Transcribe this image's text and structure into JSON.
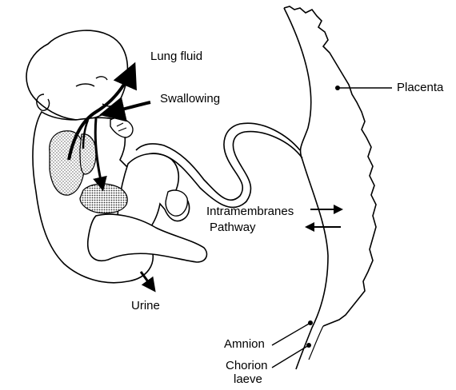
{
  "labels": {
    "lung_fluid": "Lung fluid",
    "swallowing": "Swallowing",
    "placenta": "Placenta",
    "intramembranes": "Intramembranes",
    "pathway": "Pathway",
    "urine": "Urine",
    "amnion": "Amnion",
    "chorion": "Chorion",
    "laeve": "laeve"
  },
  "colors": {
    "ink": "#000000",
    "paper": "#ffffff",
    "stipple": "#888888"
  }
}
